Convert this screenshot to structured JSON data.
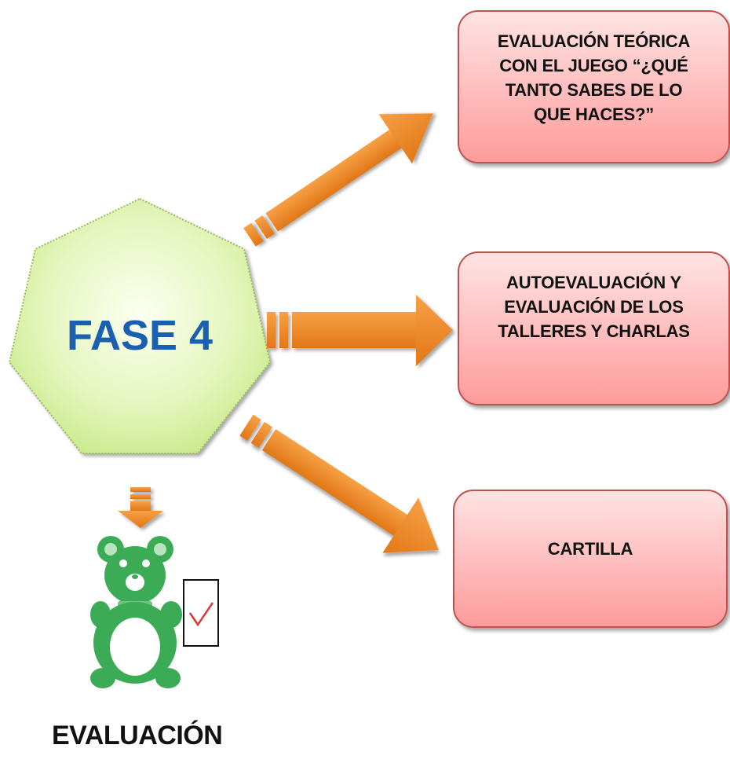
{
  "diagram": {
    "center_label": "FASE 4",
    "boxes": [
      {
        "lines": [
          "EVALUACIÓN TEÓRICA",
          "CON EL JUEGO “¿QUÉ",
          "TANTO SABES DE LO",
          "QUE HACES?”"
        ]
      },
      {
        "lines": [
          "AUTOEVALUACIÓN Y",
          "EVALUACIÓN DE LOS",
          "TALLERES Y CHARLAS"
        ]
      },
      {
        "lines": [
          "CARTILLA"
        ]
      }
    ],
    "footer_label": "EVALUACIÓN",
    "icon": "teddy-bear-with-checklist-icon"
  },
  "colors": {
    "arrow": "#f08a2a",
    "heptagon": "#d8f0a8",
    "box": "#ffb3b3",
    "center_text": "#1a5fb0",
    "bear": "#3cab55"
  }
}
